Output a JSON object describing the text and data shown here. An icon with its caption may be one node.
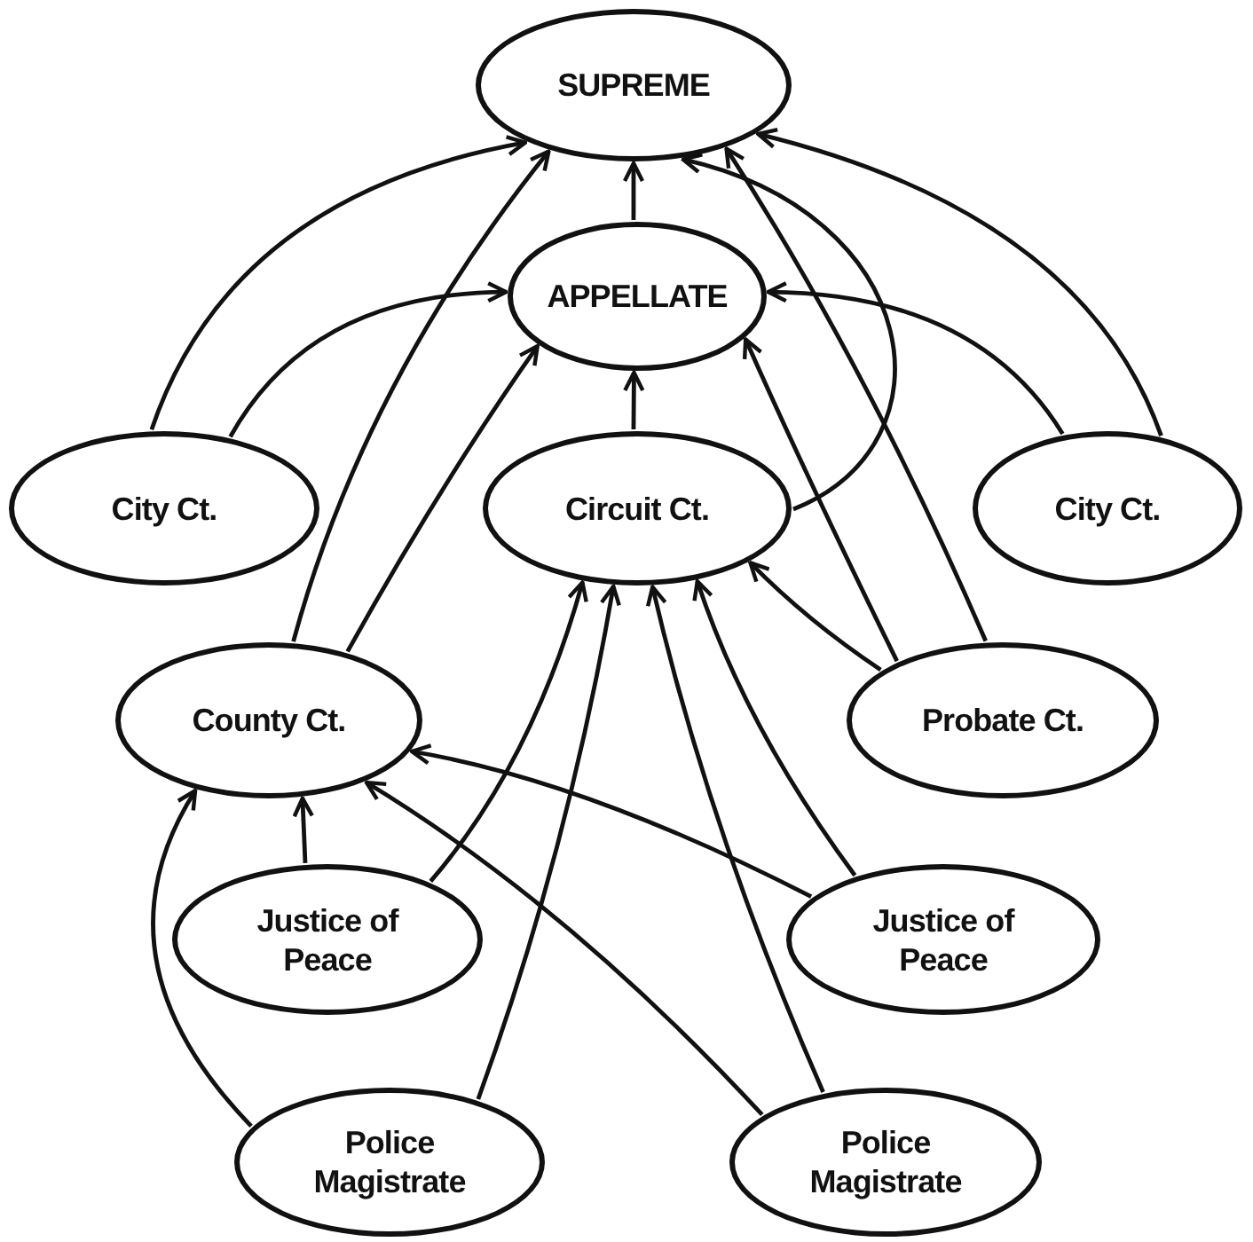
{
  "diagram": {
    "nodes": [
      {
        "text": [
          "SUPREME"
        ]
      },
      {
        "text": [
          "APPELLATE"
        ]
      },
      {
        "text": [
          "City Ct."
        ]
      },
      {
        "text": [
          "Circuit Ct."
        ]
      },
      {
        "text": [
          "City Ct."
        ]
      },
      {
        "text": [
          "County Ct."
        ]
      },
      {
        "text": [
          "Probate Ct."
        ]
      },
      {
        "text": [
          "Justice of Peace"
        ]
      },
      {
        "text": [
          "Justice of Peace"
        ]
      },
      {
        "text": [
          "Police Magistrate"
        ]
      },
      {
        "text": [
          "Police Magistrate"
        ]
      }
    ],
    "edges": [
      {
        "from": 1,
        "to": 0,
        "arrow": "to"
      },
      {
        "from": 3,
        "to": 1,
        "arrow": "to"
      },
      {
        "from": 2,
        "to": 0,
        "arrow": "to"
      },
      {
        "from": 2,
        "to": 1,
        "arrow": "to"
      },
      {
        "from": 5,
        "to": 0,
        "arrow": "to"
      },
      {
        "from": 5,
        "to": 1,
        "arrow": "to"
      },
      {
        "from": 3,
        "to": 0,
        "arrow": "to"
      },
      {
        "from": 6,
        "to": 1,
        "arrow": "to"
      },
      {
        "from": 6,
        "to": 0,
        "arrow": "to"
      },
      {
        "from": 4,
        "to": 1,
        "arrow": "to"
      },
      {
        "from": 4,
        "to": 0,
        "arrow": "to"
      },
      {
        "from": 6,
        "to": 3,
        "arrow": "to"
      },
      {
        "from": 7,
        "to": 5,
        "arrow": "to"
      },
      {
        "from": 7,
        "to": 3,
        "arrow": "to"
      },
      {
        "from": 8,
        "to": 5,
        "arrow": "to"
      },
      {
        "from": 8,
        "to": 3,
        "arrow": "to"
      },
      {
        "from": 9,
        "to": 5,
        "arrow": "to"
      },
      {
        "from": 9,
        "to": 3,
        "arrow": "to"
      },
      {
        "from": 10,
        "to": 5,
        "arrow": "to"
      },
      {
        "from": 10,
        "to": 3,
        "arrow": "to"
      }
    ]
  }
}
